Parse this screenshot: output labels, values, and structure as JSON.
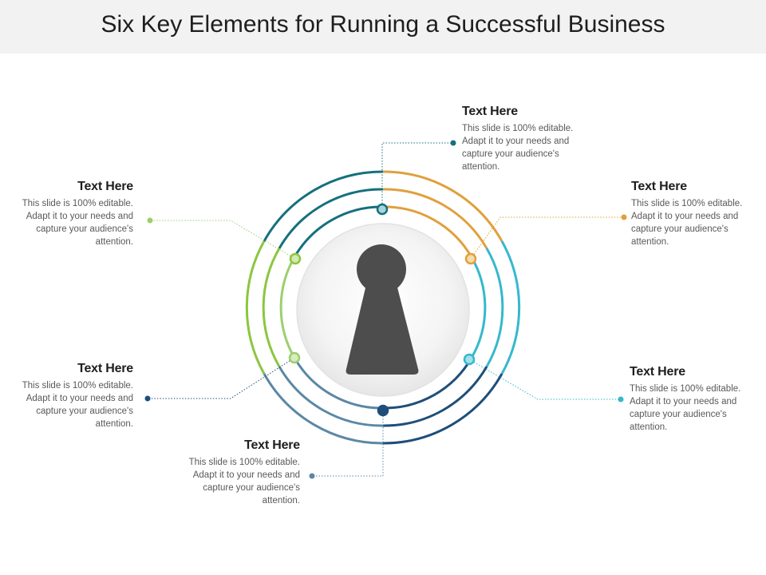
{
  "title": "Six Key Elements for Running a Successful Business",
  "colors": {
    "green": "#8cc63f",
    "sage": "#9ccf6e",
    "navy": "#1f4e79",
    "slate": "#5b88a5",
    "gold": "#e0a03c",
    "teal": "#15707d",
    "cyan": "#36b8cc",
    "keyhole": "#4d4d4d"
  },
  "items": [
    {
      "id": "top",
      "title": "Text Here",
      "body": "This slide is 100% editable. Adapt it to your needs and capture your audience's attention."
    },
    {
      "id": "upper-right",
      "title": "Text Here",
      "body": "This slide is 100% editable. Adapt it to your needs and capture your audience's attention."
    },
    {
      "id": "lower-right",
      "title": "Text Here",
      "body": "This slide is 100% editable. Adapt it to your needs and capture your audience's attention."
    },
    {
      "id": "bottom",
      "title": "Text Here",
      "body": "This slide is 100% editable. Adapt it to your needs and capture your audience's attention."
    },
    {
      "id": "lower-left",
      "title": "Text Here",
      "body": "This slide is 100% editable. Adapt it to your needs and capture your audience's attention."
    },
    {
      "id": "upper-left",
      "title": "Text Here",
      "body": "This slide is 100% editable. Adapt it to your needs and capture your audience's attention."
    }
  ]
}
